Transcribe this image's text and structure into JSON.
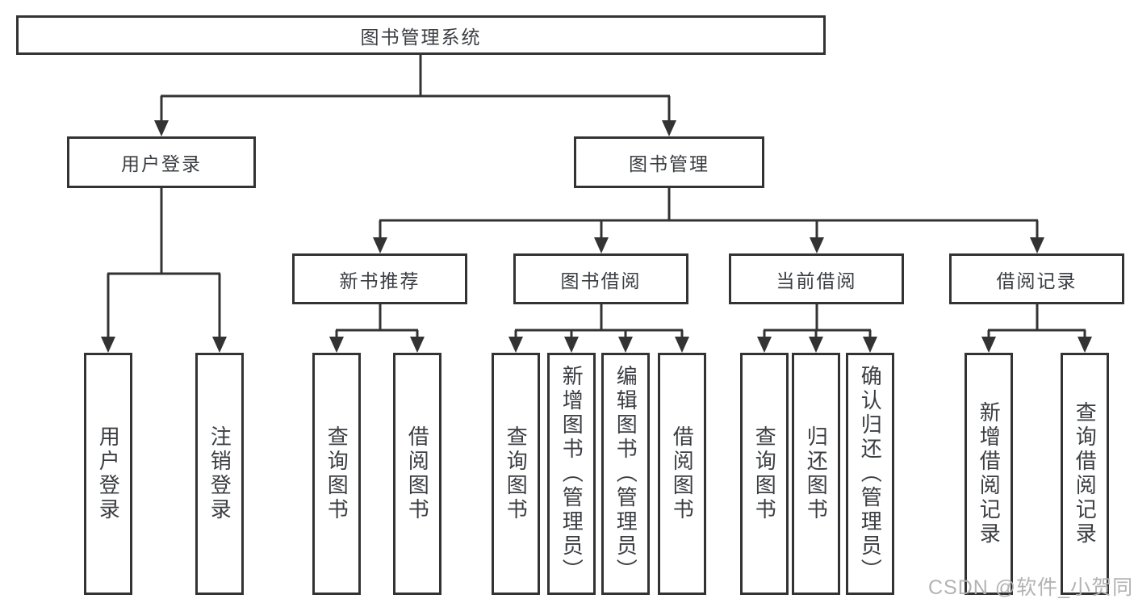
{
  "root": {
    "label": "图书管理系统"
  },
  "branches": [
    {
      "label": "用户登录",
      "children": [
        {
          "label": "用户登录"
        },
        {
          "label": "注销登录"
        }
      ]
    },
    {
      "label": "图书管理",
      "children": [
        {
          "label": "新书推荐",
          "children": [
            {
              "label": "查询图书"
            },
            {
              "label": "借阅图书"
            }
          ]
        },
        {
          "label": "图书借阅",
          "children": [
            {
              "label": "查询图书"
            },
            {
              "label": "新增图书（管理员）"
            },
            {
              "label": "编辑图书（管理员）"
            },
            {
              "label": "借阅图书"
            }
          ]
        },
        {
          "label": "当前借阅",
          "children": [
            {
              "label": "查询图书"
            },
            {
              "label": "归还图书"
            },
            {
              "label": "确认归还（管理员）"
            }
          ]
        },
        {
          "label": "借阅记录",
          "children": [
            {
              "label": "新增借阅记录"
            },
            {
              "label": "查询借阅记录"
            }
          ]
        }
      ]
    }
  ],
  "watermark": {
    "text": "CSDN @软件_小贺同学"
  },
  "colors": {
    "line": "#333333",
    "text": "#3a3d42",
    "watermark": "#b3b3b3",
    "background": "#ffffff"
  }
}
